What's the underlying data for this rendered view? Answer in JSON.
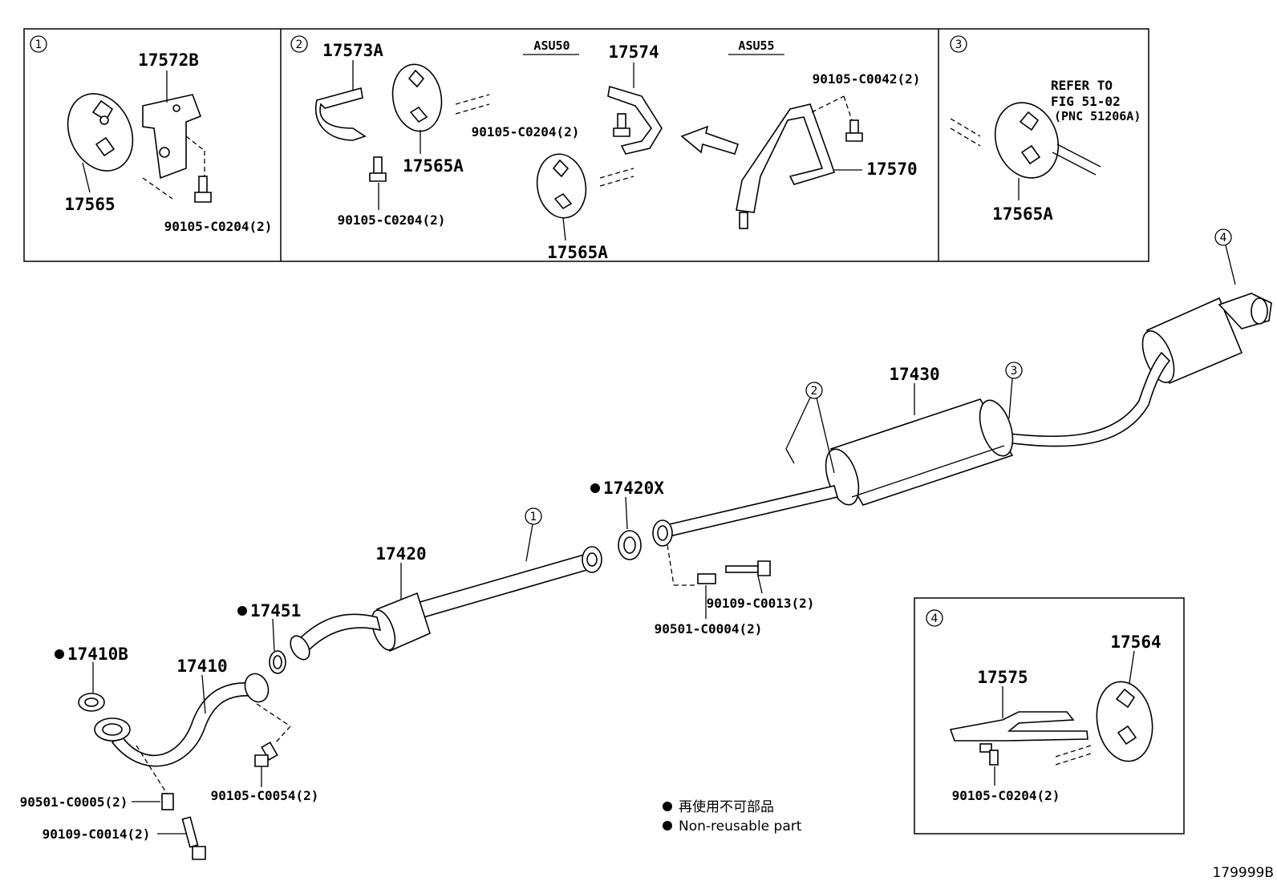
{
  "figure_id": "179999B",
  "legend": {
    "jp": "再使用不可部品",
    "en": "Non-reusable part"
  },
  "callouts": {
    "c1": "1",
    "c2": "2",
    "c3": "3",
    "c4": "4"
  },
  "inset1": {
    "bracket": "17572B",
    "hanger": "17565",
    "bolt": "90105-C0204(2)"
  },
  "inset2": {
    "bracket_a": "17573A",
    "hanger_a": "17565A",
    "bolt_a": "90105-C0204(2)",
    "variant_a": "ASU50",
    "bracket_b": "17574",
    "bolt_b": "90105-C0204(2)",
    "hanger_b": "17565A",
    "variant_b": "ASU55",
    "bolt_c": "90105-C0042(2)",
    "bracket_c": "17570"
  },
  "inset3": {
    "refer_line1": "REFER TO",
    "refer_line2": "FIG 51-02",
    "refer_line3": "(PNC 51206A)",
    "hanger": "17565A"
  },
  "inset4": {
    "bracket": "17575",
    "hanger": "17564",
    "bolt": "90105-C0204(2)"
  },
  "main": {
    "muffler": "17430",
    "gasket_x": "17420X",
    "bolt_13": "90109-C0013(2)",
    "spring_04": "90501-C0004(2)",
    "center_pipe": "17420",
    "gasket_51": "17451",
    "gasket_b": "17410B",
    "front_pipe": "17410",
    "bolt_54": "90105-C0054(2)",
    "spring_05": "90501-C0005(2)",
    "bolt_14": "90109-C0014(2)"
  }
}
